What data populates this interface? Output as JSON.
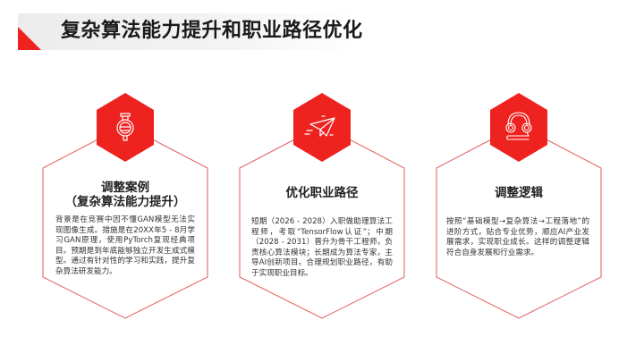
{
  "page": {
    "title": "复杂算法能力提升和职业路径优化"
  },
  "theme": {
    "accent": "#ee2320",
    "outline": "#e05a5a",
    "text": "#333333"
  },
  "cards": [
    {
      "icon": "flask-icon",
      "title_line1": "调整案例",
      "title_line2": "（复杂算法能力提升）",
      "body": "背景是在竞赛中因不懂GAN模型无法实现图像生成。措施是在20XX年5 - 8月学习GAN原理，使用PyTorch复现经典项目。预期是到年底能够独立开发生成式模型。通过有针对性的学习和实践，提升复杂算法研发能力。"
    },
    {
      "icon": "paper-plane-icon",
      "title_line1": "优化职业路径",
      "title_line2": "",
      "body": "短期（2026 - 2028）入职做助理算法工程师，考取“TensorFlow认证”；中期（2028 - 2031）晋升为骨干工程师，负责核心算法模块；长期成为算法专家，主导AI创新项目。合理规划职业路径，有助于实现职业目标。"
    },
    {
      "icon": "headphones-icon",
      "title_line1": "调整逻辑",
      "title_line2": "",
      "body": "按照“基础模型→复杂算法→工程落地”的进阶方式，贴合专业优势，顺应AI产业发展需求，实现职业成长。这样的调整逻辑符合自身发展和行业需求。"
    }
  ]
}
